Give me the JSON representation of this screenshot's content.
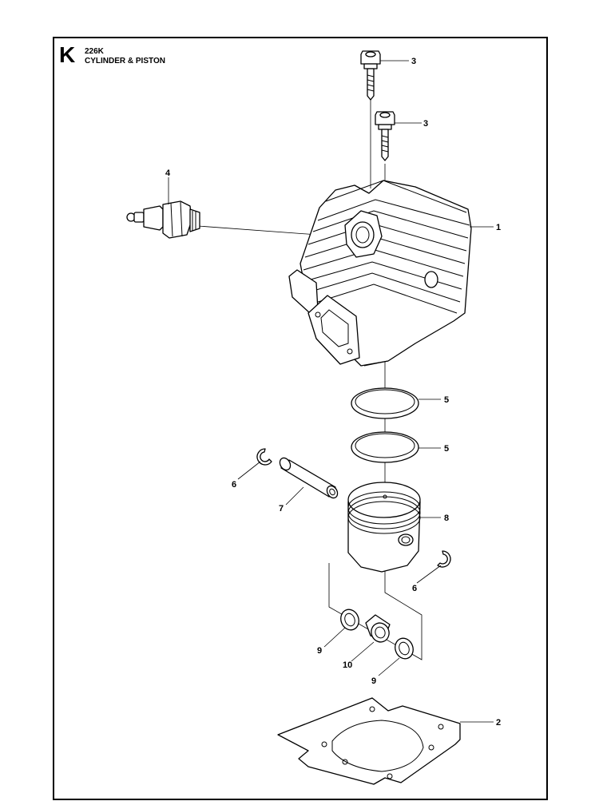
{
  "header": {
    "section_letter": "K",
    "model": "226K",
    "title": "CYLINDER & PISTON"
  },
  "callouts": [
    {
      "id": "3a",
      "label": "3"
    },
    {
      "id": "3b",
      "label": "3"
    },
    {
      "id": "4",
      "label": "4"
    },
    {
      "id": "1",
      "label": "1"
    },
    {
      "id": "5a",
      "label": "5"
    },
    {
      "id": "5b",
      "label": "5"
    },
    {
      "id": "6a",
      "label": "6"
    },
    {
      "id": "7",
      "label": "7"
    },
    {
      "id": "8",
      "label": "8"
    },
    {
      "id": "6b",
      "label": "6"
    },
    {
      "id": "9a",
      "label": "9"
    },
    {
      "id": "10",
      "label": "10"
    },
    {
      "id": "9b",
      "label": "9"
    },
    {
      "id": "2",
      "label": "2"
    }
  ]
}
